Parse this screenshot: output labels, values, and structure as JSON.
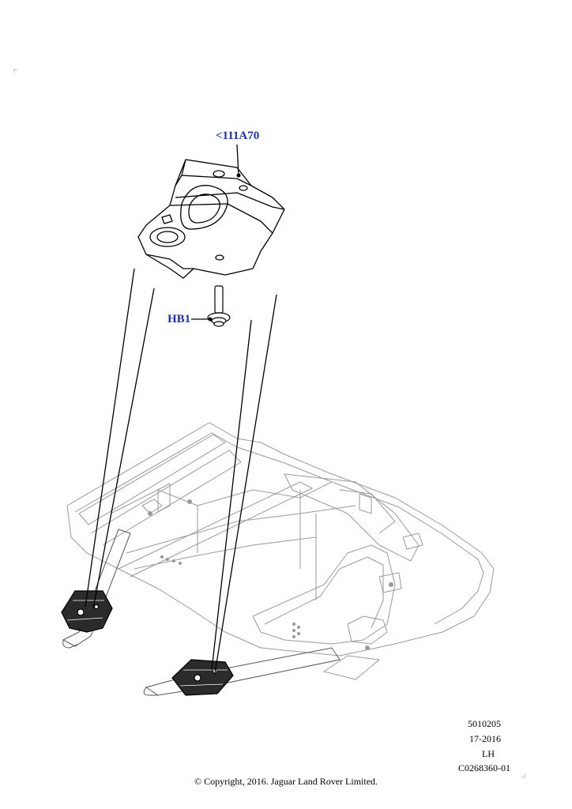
{
  "callouts": {
    "part_1": "<111A70",
    "part_2": "HB1"
  },
  "metadata": {
    "code": "5010205",
    "year": "17-2016",
    "side": "LH",
    "illustration_id": "C0268360-01"
  },
  "copyright": "© Copyright, 2016. Jaguar Land Rover Limited.",
  "colors": {
    "callout_text": "#1a2fb8",
    "line_art": "#000000",
    "frame_lines": "#9a9a9a",
    "heat_shield_fill": "#2b2b2b"
  }
}
